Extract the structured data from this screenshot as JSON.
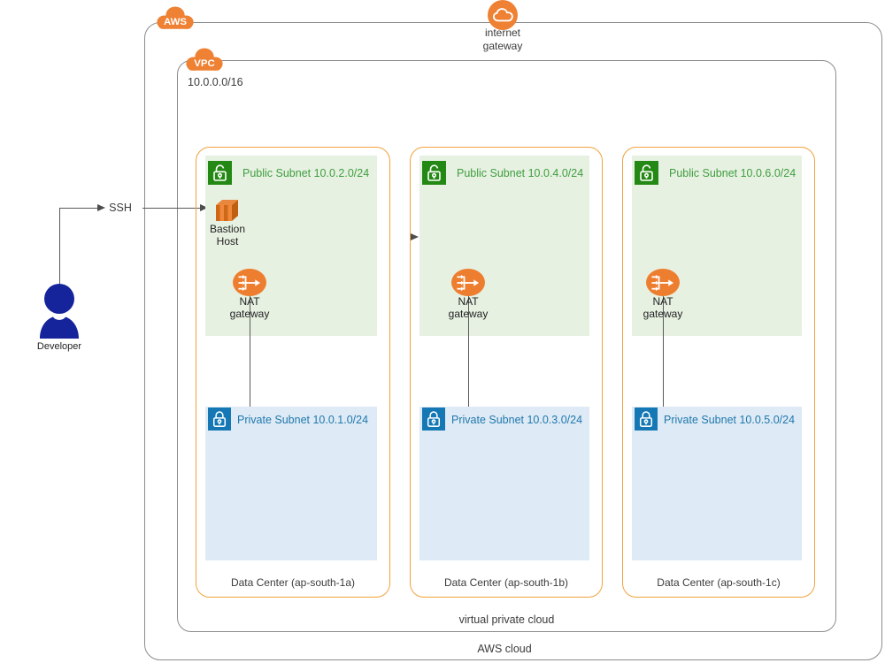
{
  "diagram": {
    "aws_cloud": {
      "badge": "AWS",
      "label": "AWS cloud"
    },
    "vpc": {
      "badge": "VPC",
      "cidr": "10.0.0.0/16",
      "label": "virtual private cloud"
    },
    "internet_gateway": {
      "line1": "internet",
      "line2": "gateway"
    },
    "developer": {
      "label": "Developer"
    },
    "ssh_label": "SSH",
    "bastion": {
      "line1": "Bastion",
      "line2": "Host"
    },
    "nat": {
      "line1": "NAT",
      "line2": "gateway"
    },
    "data_centers": [
      {
        "label": "Data Center (ap-south-1a)",
        "public_subnet": "Public Subnet 10.0.2.0/24",
        "private_subnet": "Private Subnet 10.0.1.0/24"
      },
      {
        "label": "Data Center (ap-south-1b)",
        "public_subnet": "Public Subnet 10.0.4.0/24",
        "private_subnet": "Private Subnet 10.0.3.0/24"
      },
      {
        "label": "Data Center (ap-south-1c)",
        "public_subnet": "Public Subnet 10.0.6.0/24",
        "private_subnet": "Private Subnet 10.0.5.0/24"
      }
    ],
    "colors": {
      "aws_orange": "#ee8133",
      "dc_border_orange": "#f2a23d",
      "container_border_gray": "#8c8c8c",
      "public_subnet_green": "#248814",
      "public_subnet_bg": "#e7f1e2",
      "private_subnet_blue": "#1578b5",
      "private_subnet_bg": "#deeaf5",
      "developer_navy": "#15249b",
      "connector_gray": "#595959"
    },
    "icons": [
      "aws-cloud-badge",
      "vpc-cloud-badge",
      "internet-gateway-icon",
      "nat-gateway-icon",
      "open-lock-icon",
      "closed-lock-icon",
      "ec2-instance-icon",
      "person-icon"
    ]
  }
}
